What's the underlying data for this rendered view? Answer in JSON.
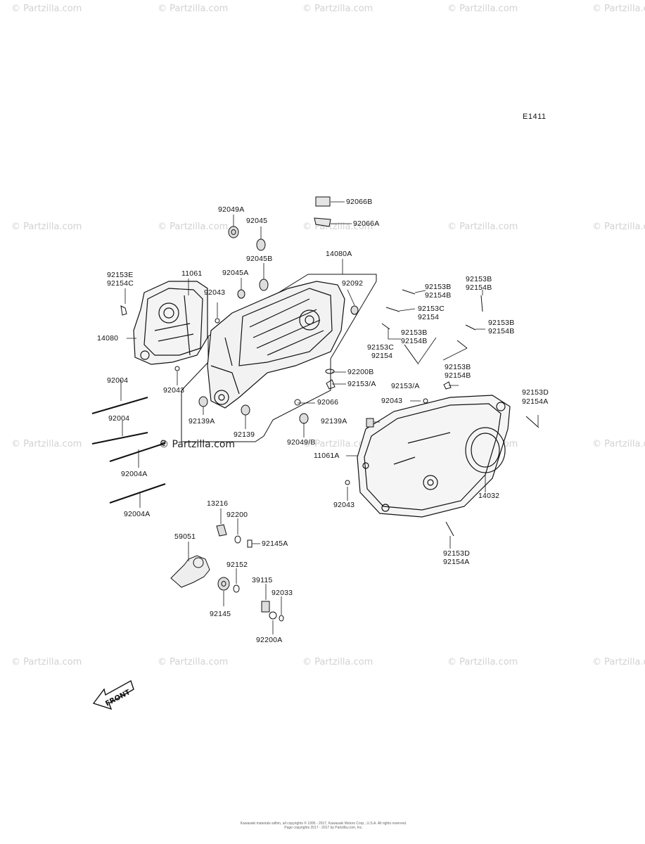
{
  "figure_id": "E1411",
  "watermark": "© Partzilla.com",
  "center_watermark": "© Partzilla.com",
  "front_marker": "FRONT",
  "copyright": [
    "Kawasaki materials within, all copyrights © 1995 - 2017, Kawasaki Motors Corp., U.S.A. All rights reserved.",
    "Page copyrights 2017 - 2017 by Partzilla.com, Inc."
  ],
  "labels": {
    "p92049A": "92049A",
    "p92045": "92045",
    "p92045B": "92045B",
    "p92045A": "92045A",
    "p92066B": "92066B",
    "p92066A": "92066A",
    "p14080A": "14080A",
    "p92153E": "92153E",
    "p92154C": "92154C",
    "p11061": "11061",
    "p92043a": "92043",
    "p92092": "92092",
    "p14080": "14080",
    "p92043b": "92043",
    "p92153B_1": "92153B",
    "p92154B_1": "92154B",
    "p92153C_1": "92153C",
    "p92154_1": "92154",
    "p92153B_2": "92153B",
    "p92154B_2": "92154B",
    "p92153B_3": "92153B",
    "p92154B_3": "92154B",
    "p92153B_4": "92153B",
    "p92154B_4": "92154B",
    "p92153C_2": "92153C",
    "p92154_2": "92154",
    "p92153B_5": "92153B",
    "p92154B_5": "92154B",
    "p92200B": "92200B",
    "p92153A_1": "92153/A",
    "p92153A_2": "92153/A",
    "p92004_1": "92004",
    "p92004_2": "92004",
    "p92004A_1": "92004A",
    "p92004A_2": "92004A",
    "p92139A_1": "92139A",
    "p92139": "92139",
    "p92066": "92066",
    "p92049B": "92049/B",
    "p92043c": "92043",
    "p92139A_2": "92139A",
    "p11061A": "11061A",
    "p92153D_1": "92153D",
    "p92154A_1": "92154A",
    "p14032": "14032",
    "p92043d": "92043",
    "p92153D_2": "92153D",
    "p92154A_2": "92154A",
    "p13216": "13216",
    "p92200": "92200",
    "p92145A": "92145A",
    "p59051": "59051",
    "p92152": "92152",
    "p92145": "92145",
    "p39115": "39115",
    "p92033": "92033",
    "p92200A": "92200A"
  }
}
